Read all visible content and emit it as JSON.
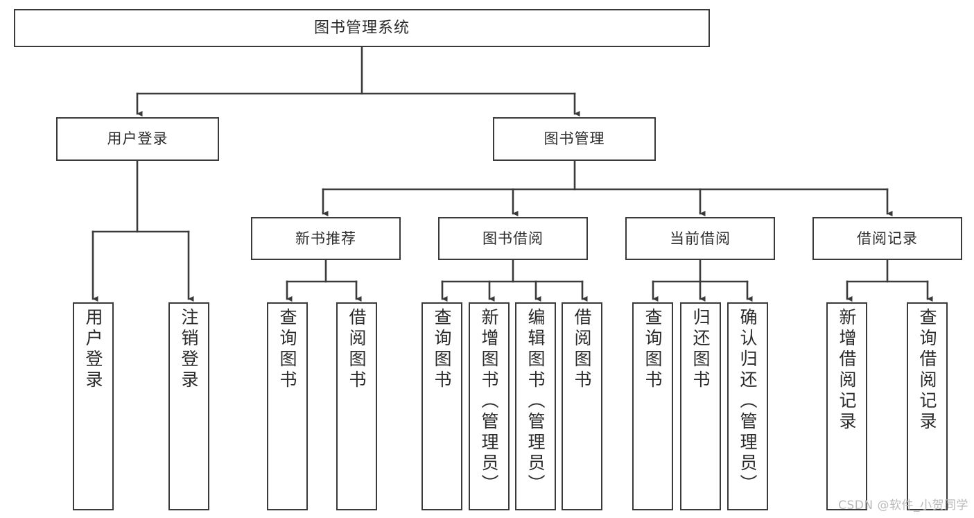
{
  "diagram": {
    "title": "图书管理系统",
    "type": "tree-hierarchy-functional-structure-diagram",
    "root": {
      "label": "图书管理系统"
    },
    "level2": [
      {
        "id": "user-login",
        "label": "用户登录"
      },
      {
        "id": "book-management",
        "label": "图书管理"
      }
    ],
    "level3": [
      {
        "id": "new-book-recommend",
        "label": "新书推荐"
      },
      {
        "id": "book-borrow",
        "label": "图书借阅"
      },
      {
        "id": "current-borrow",
        "label": "当前借阅"
      },
      {
        "id": "borrow-record",
        "label": "借阅记录"
      }
    ],
    "leaves": {
      "user-login": [
        {
          "id": "leaf-user-login",
          "label": "用户登录"
        },
        {
          "id": "leaf-logout",
          "label": "注销登录"
        }
      ],
      "new-book-recommend": [
        {
          "id": "leaf-query-book-1",
          "label": "查询图书"
        },
        {
          "id": "leaf-borrow-book-1",
          "label": "借阅图书"
        }
      ],
      "book-borrow": [
        {
          "id": "leaf-query-book-2",
          "label": "查询图书"
        },
        {
          "id": "leaf-add-book",
          "label": "新增图书（管理员）"
        },
        {
          "id": "leaf-edit-book",
          "label": "编辑图书（管理员）"
        },
        {
          "id": "leaf-borrow-book-2",
          "label": "借阅图书"
        }
      ],
      "current-borrow": [
        {
          "id": "leaf-query-book-3",
          "label": "查询图书"
        },
        {
          "id": "leaf-return-book",
          "label": "归还图书"
        },
        {
          "id": "leaf-confirm-return",
          "label": "确认归还（管理员）"
        }
      ],
      "borrow-record": [
        {
          "id": "leaf-add-record",
          "label": "新增借阅记录"
        },
        {
          "id": "leaf-query-record",
          "label": "查询借阅记录"
        }
      ]
    },
    "colors": {
      "stroke": "#3a3a3a",
      "box_fill": "#ffffff",
      "text": "#2b2b2b",
      "background": "#ffffff",
      "watermark": "#b9b9b9"
    }
  },
  "watermark": {
    "text": "CSDN @软件_小贺同学"
  }
}
